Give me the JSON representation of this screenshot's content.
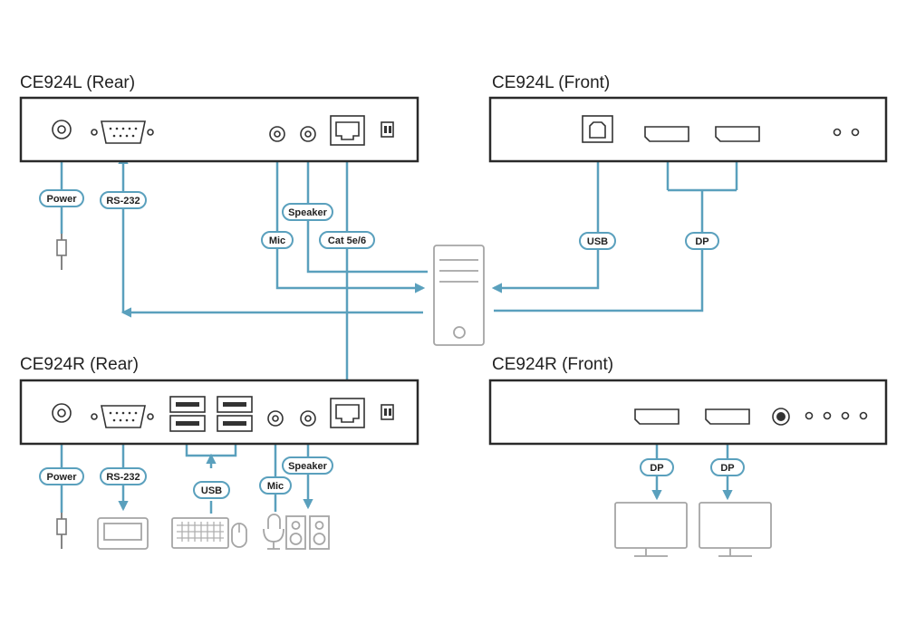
{
  "titles": {
    "l_rear": "CE924L (Rear)",
    "l_front": "CE924L (Front)",
    "r_rear": "CE924R (Rear)",
    "r_front": "CE924R (Front)"
  },
  "labels": {
    "power": "Power",
    "rs232": "RS-232",
    "mic": "Mic",
    "speaker": "Speaker",
    "cat": "Cat 5e/6",
    "usb": "USB",
    "dp": "DP"
  },
  "colors": {
    "cable": "#5aa0bd",
    "panel_border": "#2a2a2a",
    "device_outline": "#a5a5a5"
  },
  "icons": [
    "power-jack-icon",
    "serial-port-icon",
    "rj45-port-icon",
    "dip-switch-icon",
    "usb-b-port-icon",
    "displayport-icon",
    "usb-a-port-icon",
    "audio-jack-icon",
    "computer-tower-icon",
    "serial-console-icon",
    "keyboard-icon",
    "mouse-icon",
    "microphone-icon",
    "speakers-icon",
    "monitor-icon"
  ]
}
